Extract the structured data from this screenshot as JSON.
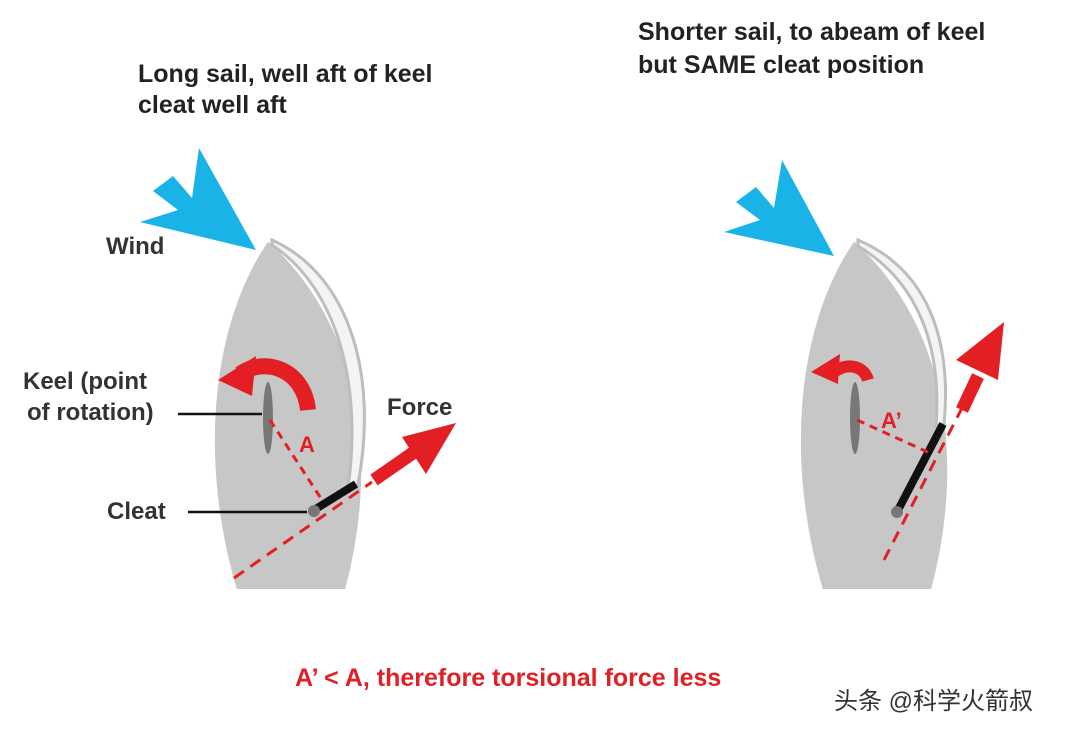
{
  "left_panel": {
    "caption_line1": "Long sail, well aft of keel",
    "caption_line2": "cleat well aft",
    "wind_label": "Wind",
    "keel_label_line1": "Keel (point",
    "keel_label_line2": "of rotation)",
    "force_label": "Force",
    "moment_arm_label": "A",
    "cleat_label": "Cleat"
  },
  "right_panel": {
    "caption_line1": "Shorter sail, to abeam of keel",
    "caption_line2": "but SAME cleat position",
    "moment_arm_label": "A’"
  },
  "conclusion": "A’ < A, therefore torsional force less",
  "watermark": "头条 @科学火箭叔",
  "colors": {
    "hull": "#c7c7c7",
    "hull_outline": "#ffffff",
    "sail": "#f2f2f2",
    "wind": "#1ab3e8",
    "force": "#e41f24",
    "keel": "#7a7a7a",
    "text": "#222222",
    "conclusion_text": "#e01f26"
  }
}
